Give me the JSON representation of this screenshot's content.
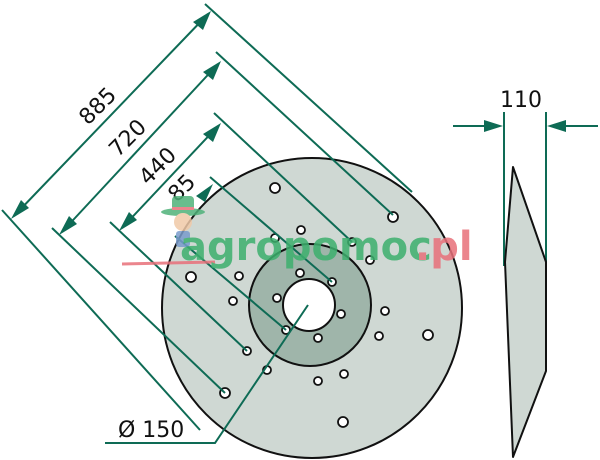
{
  "drawing": {
    "type": "disc blade technical drawing",
    "colors": {
      "dimension_line": "#0e6b55",
      "disc_fill": "#cfd8d3",
      "hub_fill": "#9fb5aa",
      "outline": "#111111",
      "watermark_green": "#3db06e",
      "watermark_red": "#e8707a"
    },
    "dimensions": {
      "outer_diameter": "885",
      "bolt_circle_outer": "720",
      "bolt_circle_mid": "440",
      "hub_dimension": "85",
      "center_hole": "Ø 150",
      "profile_depth": "110"
    }
  },
  "watermark": {
    "text_green": "agropomoc",
    "text_red": ".pl",
    "mascot_icon": "farmer-mascot-icon"
  }
}
